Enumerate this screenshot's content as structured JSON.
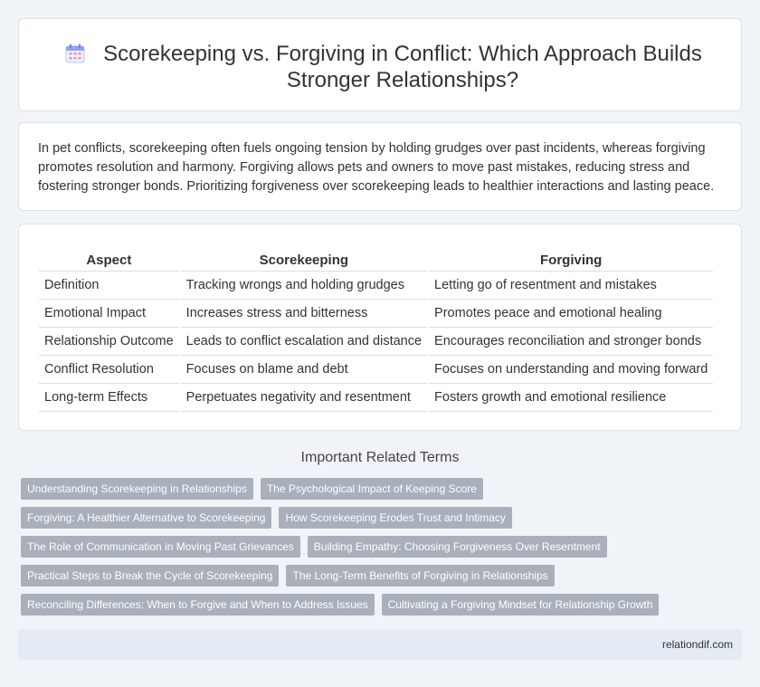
{
  "header": {
    "title": "Scorekeeping vs. Forgiving in Conflict: Which Approach Builds Stronger Relationships?",
    "icon": "calendar-icon"
  },
  "intro": "In pet conflicts, scorekeeping often fuels ongoing tension by holding grudges over past incidents, whereas forgiving promotes resolution and harmony. Forgiving allows pets and owners to move past mistakes, reducing stress and fostering stronger bonds. Prioritizing forgiveness over scorekeeping leads to healthier interactions and lasting peace.",
  "table": {
    "headers": [
      "Aspect",
      "Scorekeeping",
      "Forgiving"
    ],
    "rows": [
      [
        "Definition",
        "Tracking wrongs and holding grudges",
        "Letting go of resentment and mistakes"
      ],
      [
        "Emotional Impact",
        "Increases stress and bitterness",
        "Promotes peace and emotional healing"
      ],
      [
        "Relationship Outcome",
        "Leads to conflict escalation and distance",
        "Encourages reconciliation and stronger bonds"
      ],
      [
        "Conflict Resolution",
        "Focuses on blame and debt",
        "Focuses on understanding and moving forward"
      ],
      [
        "Long-term Effects",
        "Perpetuates negativity and resentment",
        "Fosters growth and emotional resilience"
      ]
    ]
  },
  "related": {
    "title": "Important Related Terms",
    "tags": [
      [
        "Understanding Scorekeeping in Relationships",
        "The Psychological Impact of Keeping Score"
      ],
      [
        "Forgiving: A Healthier Alternative to Scorekeeping",
        "How Scorekeeping Erodes Trust and Intimacy"
      ],
      [
        "The Role of Communication in Moving Past Grievances",
        "Building Empathy: Choosing Forgiveness Over Resentment"
      ],
      [
        "Practical Steps to Break the Cycle of Scorekeeping",
        "The Long-Term Benefits of Forgiving in Relationships"
      ],
      [
        "Reconciling Differences: When to Forgive and When to Address Issues",
        "Cultivating a Forgiving Mindset for Relationship Growth"
      ]
    ]
  },
  "footer": {
    "site": "relationdif.com"
  },
  "colors": {
    "tag_bg": "#a9b0bb",
    "page_bg": "#f0f3f8",
    "footer_bg": "#e5ebf5",
    "icon_accent": "#8aa6e8"
  }
}
